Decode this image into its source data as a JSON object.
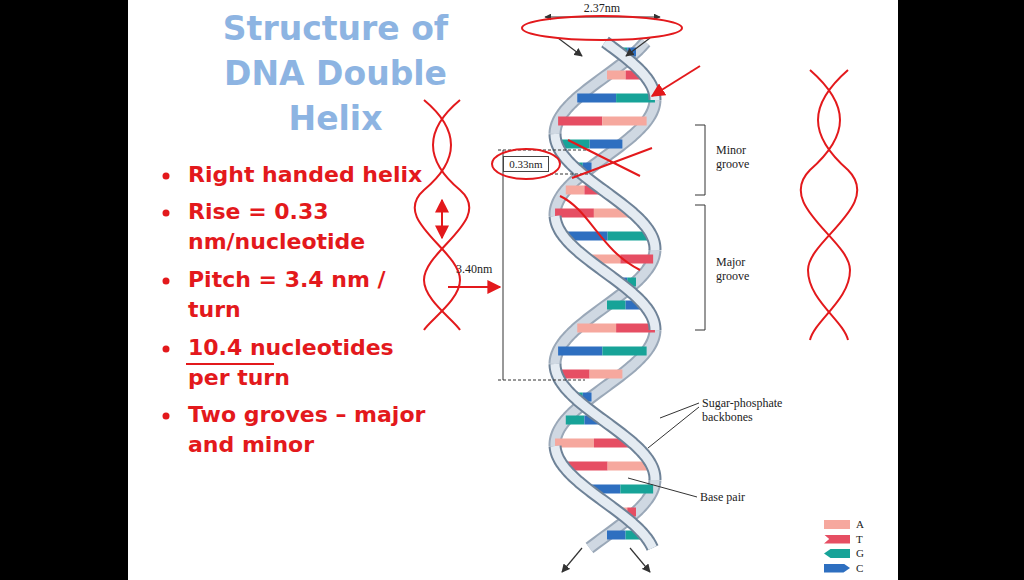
{
  "diagram": {
    "title": "Structure of DNA Double Helix",
    "labels": [
      "Right handed helix",
      "Rise = 0.33 nm/nucleotide",
      "Pitch = 3.4 nm / turn",
      "10.4 nucleotides per turn",
      "Two groves – major and minor",
      "2.37nm",
      "0.33nm",
      "3.40nm",
      "Minor groove",
      "Major groove",
      "Sugar-phosphate backbones",
      "Base pair"
    ],
    "legend": [
      {
        "text": "A",
        "color": "#f6a89e"
      },
      {
        "text": "T",
        "color": "#e64e63"
      },
      {
        "text": "G",
        "color": "#17a398"
      },
      {
        "text": "C",
        "color": "#2e6fc0"
      }
    ]
  }
}
